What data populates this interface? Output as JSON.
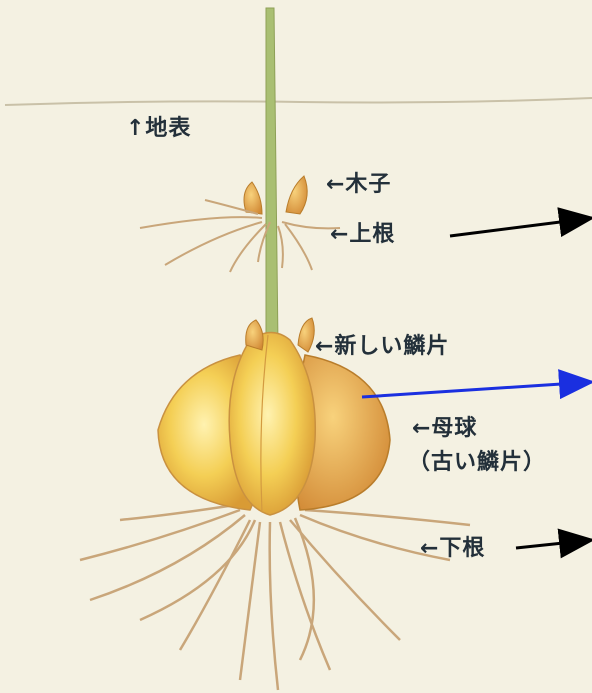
{
  "labels": {
    "ground": "↑地表",
    "bulbil": "←木子",
    "upper_root": "←上根",
    "new_scale": "←新しい鱗片",
    "mother_bulb": "←母球",
    "old_scale": "（古い鱗片）",
    "lower_root": "←下根"
  },
  "colors": {
    "paper": "#f4f1e2",
    "stem": "#9fb56a",
    "bulb": "#f2c94a",
    "bulb_shadow": "#e0a23a",
    "root": "#c9a67a",
    "text": "#23303a",
    "arrow_black": "#000000",
    "arrow_blue": "#1a2fe0"
  }
}
